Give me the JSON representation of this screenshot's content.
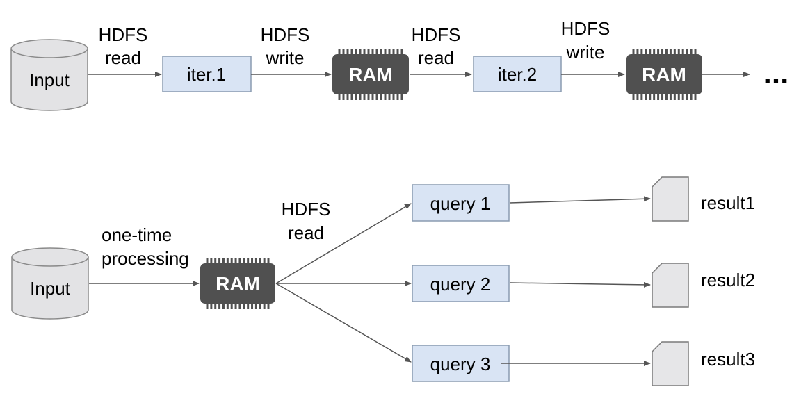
{
  "colors": {
    "box_fill": "#d9e4f4",
    "box_stroke": "#8a9bb1",
    "ram_chip": "#505050",
    "cylinder_fill": "#e3e3e5",
    "doc_fill": "#e6e6e8",
    "arrow": "#555555"
  },
  "top_row": {
    "input_label": "Input",
    "hdfs_read_1": [
      "HDFS",
      "read"
    ],
    "iter1_label": "iter.1",
    "hdfs_write_1": [
      "HDFS",
      "write"
    ],
    "ram1_label": "RAM",
    "hdfs_read_2": [
      "HDFS",
      "read"
    ],
    "iter2_label": "iter.2",
    "hdfs_write_2": [
      "HDFS",
      "write"
    ],
    "ram2_label": "RAM",
    "ellipsis": "..."
  },
  "bottom_row": {
    "input_label": "Input",
    "processing_label": [
      "one-time",
      "processing"
    ],
    "ram_label": "RAM",
    "hdfs_read": [
      "HDFS",
      "read"
    ],
    "queries": [
      "query 1",
      "query 2",
      "query 3"
    ],
    "results": [
      "result1",
      "result2",
      "result3"
    ]
  }
}
